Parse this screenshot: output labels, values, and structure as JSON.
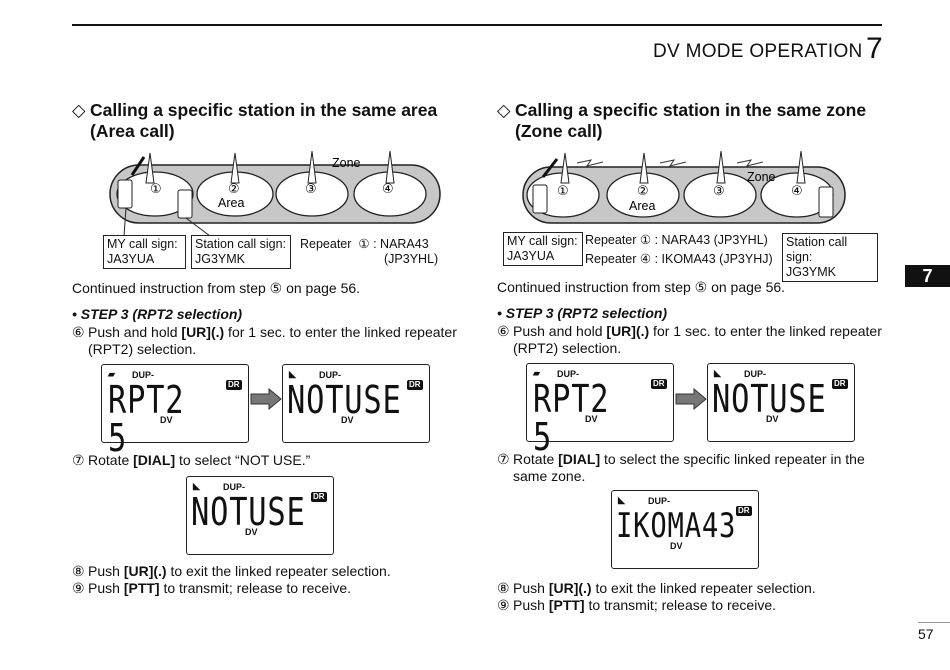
{
  "header": {
    "title": "DV MODE OPERATION",
    "chapter": "7"
  },
  "side_tab": "7",
  "page_number": "57",
  "left": {
    "heading_marker": "◇",
    "heading_line1": "Calling a specific station in the same area",
    "heading_line2": "(Area call)",
    "diagram": {
      "zone": "Zone",
      "area": "Area",
      "n1": "①",
      "n2": "②",
      "n3": "③",
      "n4": "④",
      "my_label": "MY call sign:",
      "my_value": "JA3YUA",
      "station_label": "Station call sign:",
      "station_value": "JG3YMK",
      "repeater_label": "Repeater",
      "repeater_num": "①",
      "repeater_value": ": NARA43",
      "repeater_value2": "(JP3YHL)"
    },
    "continued": "Continued instruction from step ⑤ on page 56.",
    "step_title": "• STEP 3 (RPT2 selection)",
    "step6_num": "⑥",
    "step6_a": "Push and hold ",
    "step6_key": "[UR](.)",
    "step6_b": " for 1 sec. to enter the linked repeater",
    "step6_c": "(RPT2) selection.",
    "lcd1": "RPT2 5",
    "lcd2": "NOTUSE",
    "step7_num": "⑦",
    "step7_a": "Rotate ",
    "step7_key": "[DIAL]",
    "step7_b": " to select “NOT USE.”",
    "lcd3": "NOTUSE",
    "step8_num": "⑧",
    "step8_a": "Push ",
    "step8_key": "[UR](.)",
    "step8_b": " to exit the linked repeater selection.",
    "step9_num": "⑨",
    "step9_a": "Push ",
    "step9_key": "[PTT]",
    "step9_b": " to transmit; release to receive."
  },
  "right": {
    "heading_marker": "◇",
    "heading_line1": "Calling a specific station in the same zone",
    "heading_line2": "(Zone call)",
    "diagram": {
      "zone": "Zone",
      "area": "Area",
      "n1": "①",
      "n2": "②",
      "n3": "③",
      "n4": "④",
      "my_label": "MY call sign:",
      "my_value": "JA3YUA",
      "rep1": "Repeater ①  : NARA43 (JP3YHL)",
      "rep4": "Repeater ④  : IKOMA43 (JP3YHJ)",
      "station_label": "Station call sign:",
      "station_value": "JG3YMK"
    },
    "continued": "Continued instruction from step ⑤ on page 56.",
    "step_title": "• STEP 3 (RPT2 selection)",
    "step6_num": "⑥",
    "step6_a": "Push and hold ",
    "step6_key": "[UR](.)",
    "step6_b": " for 1 sec. to enter the linked repeater",
    "step6_c": "(RPT2) selection.",
    "lcd1": "RPT2 5",
    "lcd2": "NOTUSE",
    "step7_num": "⑦",
    "step7_a": "Rotate ",
    "step7_key": "[DIAL]",
    "step7_b": " to select the specific linked repeater in the",
    "step7_c": "same zone.",
    "lcd3": "IKOMA43",
    "step8_num": "⑧",
    "step8_a": "Push ",
    "step8_key": "[UR](.)",
    "step8_b": " to exit the linked repeater selection.",
    "step9_num": "⑨",
    "step9_a": "Push ",
    "step9_key": "[PTT]",
    "step9_b": " to transmit; release to receive."
  },
  "lcd_labels": {
    "dup": "DUP-",
    "dv": "DV",
    "dr": "DR"
  }
}
